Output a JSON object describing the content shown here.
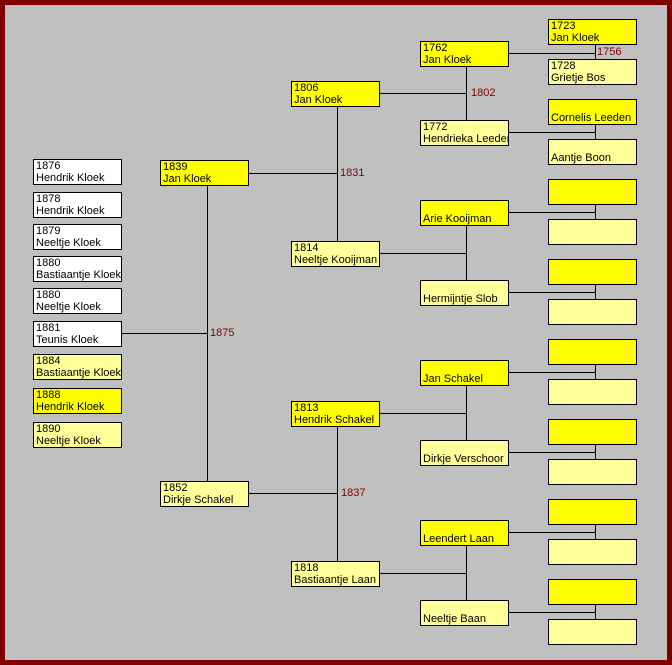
{
  "children": [
    {
      "year": "1876",
      "name": "Hendrik Kloek",
      "color": "white"
    },
    {
      "year": "1878",
      "name": "Hendrik Kloek",
      "color": "white"
    },
    {
      "year": "1879",
      "name": "Neeltje Kloek",
      "color": "white"
    },
    {
      "year": "1880",
      "name": "Bastiaantje Kloek",
      "color": "white"
    },
    {
      "year": "1880",
      "name": "Neeltje Kloek",
      "color": "white"
    },
    {
      "year": "1881",
      "name": "Teunis Kloek",
      "color": "white"
    },
    {
      "year": "1884",
      "name": "Bastiaantje Kloek",
      "color": "light"
    },
    {
      "year": "1888",
      "name": "Hendrik Kloek",
      "color": "yellow"
    },
    {
      "year": "1890",
      "name": "Neeltje Kloek",
      "color": "light"
    }
  ],
  "persons": {
    "g1_father": {
      "year": "1839",
      "name": "Jan Kloek"
    },
    "g1_mother": {
      "year": "1852",
      "name": "Dirkje Schakel"
    },
    "g2_ff": {
      "year": "1806",
      "name": "Jan Kloek"
    },
    "g2_fm": {
      "year": "1814",
      "name": "Neeltje Kooijman"
    },
    "g2_mf": {
      "year": "1813",
      "name": "Hendrik Schakel"
    },
    "g2_mm": {
      "year": "1818",
      "name": "Bastiaantje Laan"
    },
    "g3_1": {
      "year": "1762",
      "name": "Jan Kloek"
    },
    "g3_2": {
      "year": "1772",
      "name": "Hendrieka Leeden"
    },
    "g3_3": {
      "year": "",
      "name": "Arie Kooijman"
    },
    "g3_4": {
      "year": "",
      "name": "Hermijntje Slob"
    },
    "g3_5": {
      "year": "",
      "name": "Jan Schakel"
    },
    "g3_6": {
      "year": "",
      "name": "Dirkje Verschoor"
    },
    "g3_7": {
      "year": "",
      "name": "Leendert Laan"
    },
    "g3_8": {
      "year": "",
      "name": "Neeltje Baan"
    },
    "g4_1": {
      "year": "1723",
      "name": "Jan Kloek"
    },
    "g4_2": {
      "year": "1728",
      "name": "Grietje Bos"
    },
    "g4_3": {
      "year": "",
      "name": "Cornelis Leeden"
    },
    "g4_4": {
      "year": "",
      "name": "Aantje Boon"
    },
    "g4_5": {
      "year": "",
      "name": ""
    },
    "g4_6": {
      "year": "",
      "name": ""
    },
    "g4_7": {
      "year": "",
      "name": ""
    },
    "g4_8": {
      "year": "",
      "name": ""
    },
    "g4_9": {
      "year": "",
      "name": ""
    },
    "g4_10": {
      "year": "",
      "name": ""
    },
    "g4_11": {
      "year": "",
      "name": ""
    },
    "g4_12": {
      "year": "",
      "name": ""
    },
    "g4_13": {
      "year": "",
      "name": ""
    },
    "g4_14": {
      "year": "",
      "name": ""
    },
    "g4_15": {
      "year": "",
      "name": ""
    },
    "g4_16": {
      "year": "",
      "name": ""
    }
  },
  "marriages": {
    "parents": "1875",
    "paternal_grandparents": "1831",
    "maternal_grandparents": "1837",
    "g3_kloek": "1802",
    "g4_kloek": "1756"
  },
  "colors": {
    "border": "#800000",
    "background": "#c0c0c0",
    "male": "#ffff00",
    "female": "#ffff99",
    "marriage_year": "#800000"
  }
}
